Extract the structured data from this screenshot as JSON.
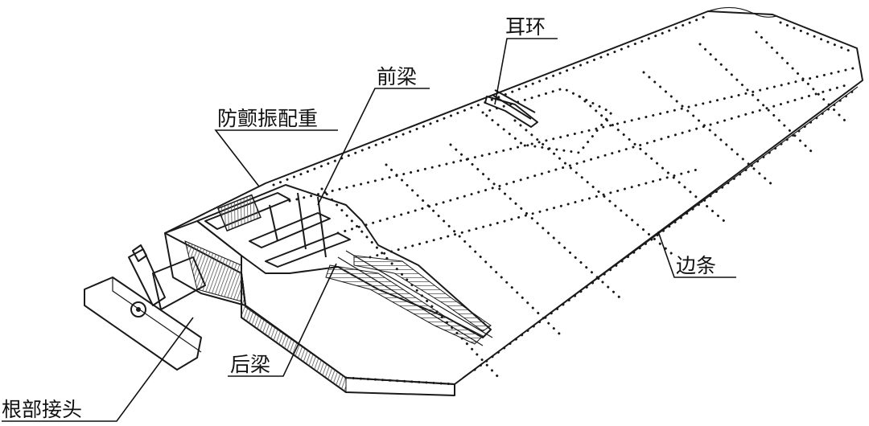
{
  "labels": {
    "ear_ring": "耳环",
    "front_spar": "前梁",
    "flutter_counterweight": "防颤振配重",
    "edge_strip": "边条",
    "rear_spar": "后梁",
    "root_joint": "根部接头"
  },
  "colors": {
    "ink": "#1a1a1a",
    "paper": "#ffffff",
    "hatch": "#555555"
  }
}
